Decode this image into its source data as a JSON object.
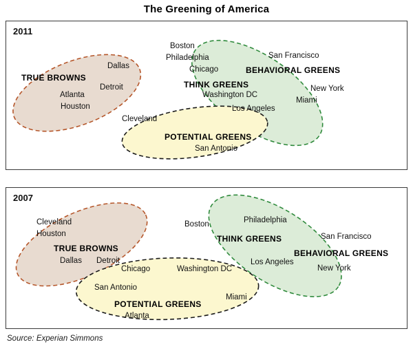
{
  "chart_data": {
    "type": "diagram",
    "title": "The Greening of America",
    "source": "Source: Experian Simmons",
    "colors": {
      "true_browns_fill": "#e8dbd0",
      "true_browns_stroke": "#b5562a",
      "think_greens_fill": "#dcecd8",
      "think_greens_stroke": "#2f8a3c",
      "potential_greens_fill": "#fcf7cf",
      "potential_greens_stroke": "#1a1a1a",
      "panel_border": "#3a3a3a",
      "text": "#111111"
    },
    "panels": [
      {
        "year": "2011",
        "clusters": [
          {
            "id": "true-browns",
            "label": "TRUE BROWNS",
            "cities": [
              "Dallas",
              "Detroit",
              "Atlanta",
              "Houston"
            ]
          },
          {
            "id": "think-greens",
            "label": "THINK GREENS",
            "cities": [
              "Boston",
              "Philadelphia",
              "Chicago",
              "Washington DC",
              "Los Angeles"
            ]
          },
          {
            "id": "behavioral-greens",
            "label": "BEHAVIORAL GREENS",
            "cities": [
              "San Francisco",
              "New York",
              "Miami"
            ]
          },
          {
            "id": "potential-greens",
            "label": "POTENTIAL GREENS",
            "cities": [
              "Cleveland",
              "San Antonio"
            ]
          }
        ]
      },
      {
        "year": "2007",
        "clusters": [
          {
            "id": "true-browns",
            "label": "TRUE BROWNS",
            "cities": [
              "Cleveland",
              "Houston",
              "Dallas",
              "Detroit"
            ]
          },
          {
            "id": "think-greens",
            "label": "THINK GREENS",
            "cities": [
              "Boston",
              "Philadelphia",
              "Los Angeles"
            ]
          },
          {
            "id": "behavioral-greens",
            "label": "BEHAVIORAL GREENS",
            "cities": [
              "San Francisco",
              "New York"
            ]
          },
          {
            "id": "potential-greens",
            "label": "POTENTIAL GREENS",
            "cities": [
              "Chicago",
              "Washington DC",
              "San Antonio",
              "Miami",
              "Atlanta"
            ]
          }
        ]
      }
    ]
  },
  "title": "The Greening of America",
  "source": "Source: Experian Simmons",
  "panel2011": {
    "year": "2011",
    "groups": {
      "true_browns": "TRUE BROWNS",
      "think_greens": "THINK GREENS",
      "behavioral_greens": "BEHAVIORAL GREENS",
      "potential_greens": "POTENTIAL GREENS"
    },
    "cities": {
      "dallas": "Dallas",
      "detroit": "Detroit",
      "atlanta": "Atlanta",
      "houston": "Houston",
      "boston": "Boston",
      "philadelphia": "Philadelphia",
      "chicago": "Chicago",
      "washington_dc": "Washington DC",
      "los_angeles": "Los Angeles",
      "san_francisco": "San Francisco",
      "new_york": "New York",
      "miami": "Miami",
      "cleveland": "Cleveland",
      "san_antonio": "San Antonio"
    }
  },
  "panel2007": {
    "year": "2007",
    "groups": {
      "true_browns": "TRUE BROWNS",
      "think_greens": "THINK GREENS",
      "behavioral_greens": "BEHAVIORAL GREENS",
      "potential_greens": "POTENTIAL GREENS"
    },
    "cities": {
      "cleveland": "Cleveland",
      "houston": "Houston",
      "dallas": "Dallas",
      "detroit": "Detroit",
      "boston": "Boston",
      "philadelphia": "Philadelphia",
      "san_francisco": "San Francisco",
      "washington_dc": "Washington DC",
      "los_angeles": "Los Angeles",
      "new_york": "New York",
      "chicago": "Chicago",
      "san_antonio": "San Antonio",
      "miami": "Miami",
      "atlanta": "Atlanta"
    }
  }
}
